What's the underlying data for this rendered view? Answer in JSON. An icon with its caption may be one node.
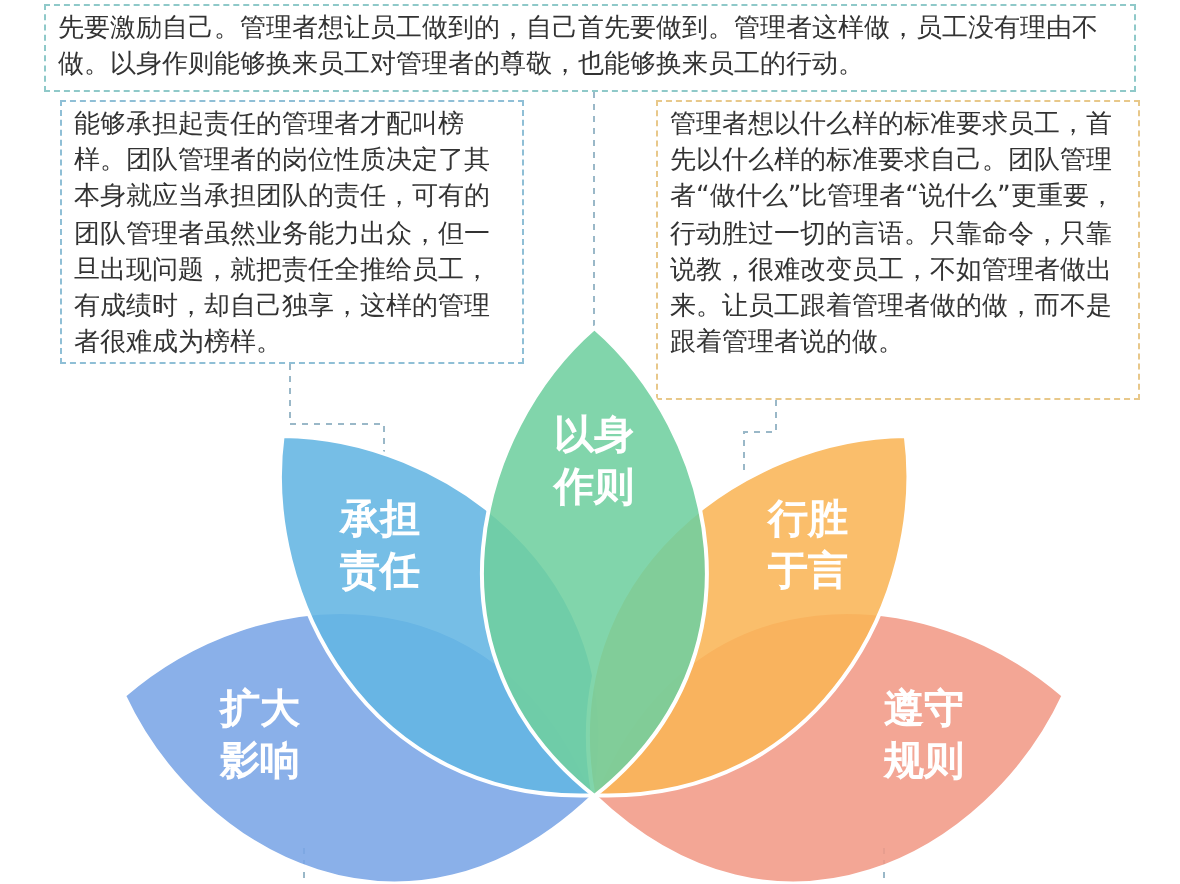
{
  "diagram": {
    "nodes": [
      {
        "text": [
          "先要激励自己。管理者想让员工做到的，自己首先要做到。管理者这样做，员工没有理由不做。以身作则能够换来员工对管理者的尊敬，也能够换来员工的行动。"
        ]
      },
      {
        "text": [
          "能够承担起责任的管理者才配叫榜样。团队管理者的岗位性质决定了其本身就应当承担团队的责任，可有的团队管理者虽然业务能力出众，但一旦出现问题，就把责任全推给员工，有成绩时，却自己独享，这样的管理者很难成为榜样。"
        ]
      },
      {
        "text": [
          "管理者想以什么样的标准要求员工，首先以什么样的标准要求自己。团队管理者“做什么”比管理者“说什么”更重要，行动胜过一切的言语。只靠命令，只靠说教，很难改变员工，不如管理者做出来。让员工跟着管理者做的做，而不是跟着管理者说的做。"
        ]
      },
      {
        "text": [
          "扩大影响"
        ]
      },
      {
        "text": [
          "承担责任"
        ]
      },
      {
        "text": [
          "以身作则"
        ]
      },
      {
        "text": [
          "行胜于言"
        ]
      },
      {
        "text": [
          "遵守规则"
        ]
      }
    ],
    "edges": [
      {
        "from": 0,
        "to": 5,
        "arrow": "none",
        "style": "dashed"
      },
      {
        "from": 1,
        "to": 4,
        "arrow": "none",
        "style": "dashed"
      },
      {
        "from": 2,
        "to": 6,
        "arrow": "none",
        "style": "dashed"
      },
      {
        "from": 3,
        "to": null,
        "arrow": "none",
        "style": "dashed"
      },
      {
        "from": 7,
        "to": null,
        "arrow": "none",
        "style": "dashed"
      }
    ]
  }
}
